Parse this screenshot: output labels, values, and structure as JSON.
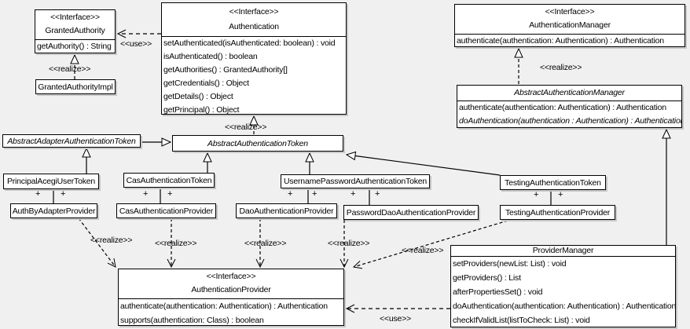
{
  "shared": {
    "interface_stereotype": "<<Interface>>",
    "realize_label": "<<realize>>",
    "use_label": "<<use>>",
    "plus": "+"
  },
  "classes": {
    "granted_authority": {
      "name": "GrantedAuthority",
      "methods": [
        "getAuthority() : String"
      ]
    },
    "granted_authority_impl": {
      "name": "GrantedAuthorityImpl"
    },
    "authentication": {
      "name": "Authentication",
      "methods": [
        "setAuthenticated(isAuthenticated: boolean) : void",
        "isAuthenticated() : boolean",
        "getAuthorities() : GrantedAuthority[]",
        "getCredentials() : Object",
        "getDetails() : Object",
        "getPrincipal() : Object"
      ]
    },
    "authentication_manager": {
      "name": "AuthenticationManager",
      "methods": [
        "authenticate(authentication: Authentication) : Authentication"
      ]
    },
    "abstract_authentication_manager": {
      "name": "AbstractAuthenticationManager",
      "methods": [
        "authenticate(authentication: Authentication) : Authentication",
        "doAuthentication(authentication : Authentication) : Authentication"
      ]
    },
    "abstract_adapter_authentication_token": {
      "name": "AbstractAdapterAuthenticationToken"
    },
    "abstract_authentication_token": {
      "name": "AbstractAuthenticationToken"
    },
    "principal_acegi_user_token": {
      "name": "PrincipalAcegiUserToken"
    },
    "cas_authentication_token": {
      "name": "CasAuthenticationToken"
    },
    "username_password_authentication_token": {
      "name": "UsernamePasswordAuthenticationToken"
    },
    "testing_authentication_token": {
      "name": "TestingAuthenticationToken"
    },
    "auth_by_adapter_provider": {
      "name": "AuthByAdapterProvider"
    },
    "cas_authentication_provider": {
      "name": "CasAuthenticationProvider"
    },
    "dao_authentication_provider": {
      "name": "DaoAuthenticationProvider"
    },
    "password_dao_authentication_provider": {
      "name": "PasswordDaoAuthenticationProvider"
    },
    "testing_authentication_provider": {
      "name": "TestingAuthenticationProvider"
    },
    "provider_manager": {
      "name": "ProviderManager",
      "methods": [
        "setProviders(newList: List) : void",
        "getProviders() : List",
        "afterPropertiesSet() : void",
        "doAuthentication(authentication: Authentication) : Authentication",
        "checkIfValidList(listToCheck: List) : void"
      ]
    },
    "authentication_provider": {
      "name": "AuthenticationProvider",
      "methods": [
        "authenticate(authentication: Authentication) : Authentication",
        "supports(authentication: Class) : boolean"
      ]
    }
  }
}
